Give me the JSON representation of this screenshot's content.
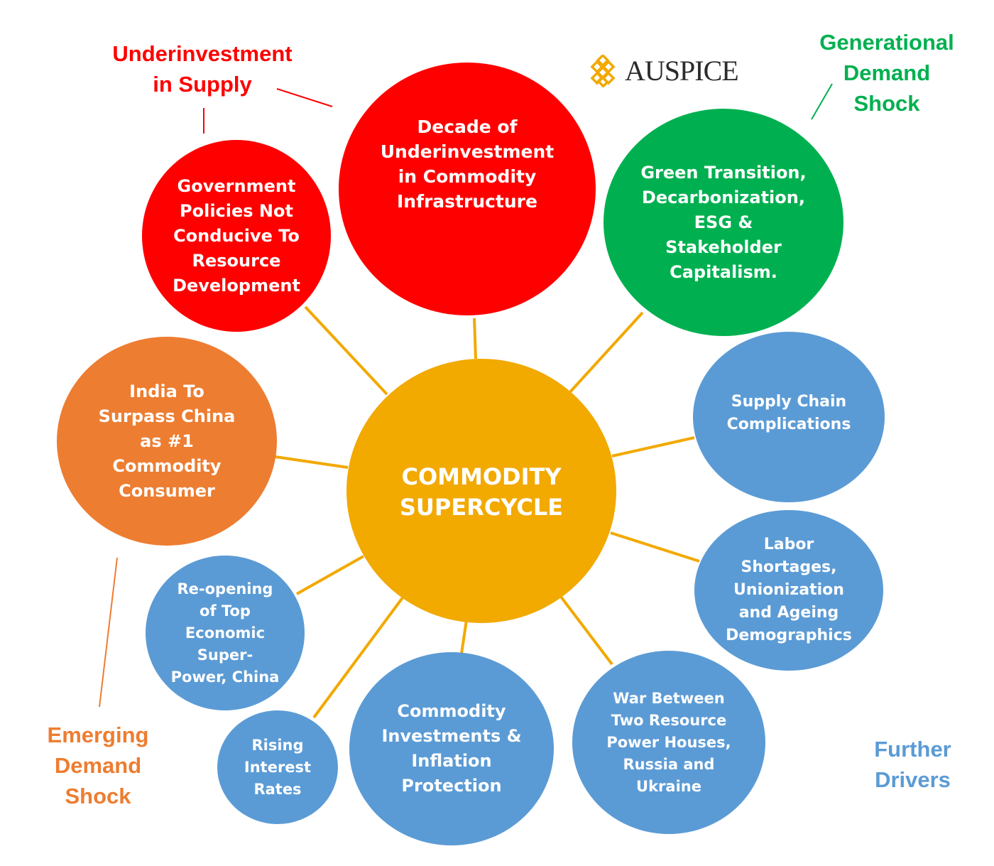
{
  "logo": {
    "text": "AUSPICE",
    "mark_color": "#f2a900",
    "icon": "knot-icon"
  },
  "colors": {
    "supply": "#fe0000",
    "generational": "#00b050",
    "emerging": "#ed7d31",
    "further": "#5b9bd5",
    "center": "#f2a900",
    "connector": "#f2a900"
  },
  "groups": {
    "supply": "Underinvestment\nin Supply",
    "generational": "Generational\nDemand\nShock",
    "emerging": "Emerging\nDemand\nShock",
    "further": "Further\nDrivers"
  },
  "center": "COMMODITY\nSUPERCYCLE",
  "nodes": {
    "decade_underinvestment": "Decade of\nUnderinvestment\nin Commodity\nInfrastructure",
    "government_policies": "Government\nPolicies Not\nConducive To\nResource\nDevelopment",
    "green_transition": "Green Transition,\nDecarbonization,\nESG &\nStakeholder\nCapitalism.",
    "india_china": "India To\nSurpass China\nas #1\nCommodity\nConsumer",
    "supply_chain": "Supply Chain\nComplications",
    "labor_shortages": "Labor\nShortages,\nUnionization\nand Ageing\nDemographics",
    "reopening_china": "Re-opening\nof Top\nEconomic\nSuper-\nPower, China",
    "rising_rates": "Rising\nInterest\nRates",
    "commodity_investments": "Commodity\nInvestments &\nInflation\nProtection",
    "war": "War Between\nTwo Resource\nPower Houses,\nRussia and\nUkraine"
  }
}
